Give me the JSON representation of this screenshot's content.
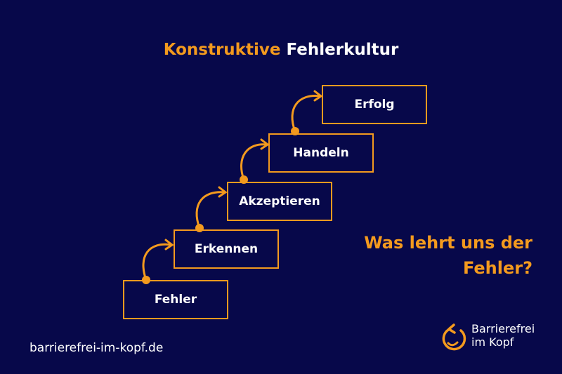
{
  "title": {
    "part1": "Konstruktive",
    "part2": "Fehlerkultur"
  },
  "steps": [
    "Fehler",
    "Erkennen",
    "Akzeptieren",
    "Handeln",
    "Erfolg"
  ],
  "question": {
    "line1": "Was lehrt uns der",
    "line2": "Fehler?"
  },
  "website": "barrierefrei-im-kopf.de",
  "logo": {
    "line1": "Barrierefrei",
    "line2": "im Kopf"
  },
  "colors": {
    "background": "#07084a",
    "accent": "#f39a1e",
    "text": "#ffffff"
  }
}
